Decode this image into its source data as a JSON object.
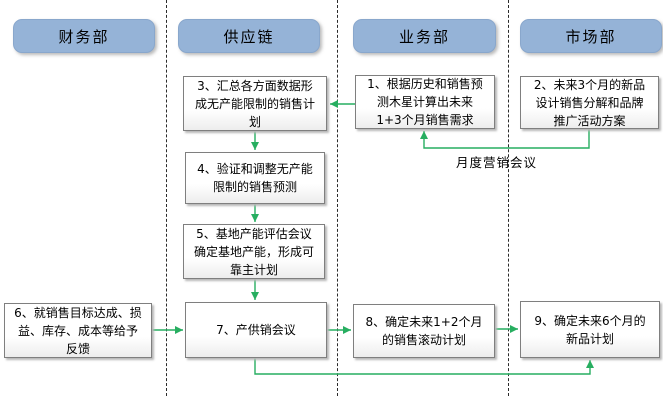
{
  "diagram": {
    "type": "swimlane-flowchart",
    "colors": {
      "lane_header_fill": "#95B3D7",
      "connector_green": "#27AE60",
      "node_border": "#7F7F7F",
      "lane_separator": "#2B2B2B",
      "text": "#000000"
    },
    "lanes": [
      {
        "label": "财务部"
      },
      {
        "label": "供应链"
      },
      {
        "label": "业务部"
      },
      {
        "label": "市场部"
      }
    ],
    "nodes": [
      {
        "id": "1",
        "lane": "业务部",
        "text": "1、根据历史和销售预测木星计算出未来1+3个月销售需求"
      },
      {
        "id": "2",
        "lane": "市场部",
        "text": "2、未来3个月的新品设计销售分解和品牌推广活动方案"
      },
      {
        "id": "3",
        "lane": "供应链",
        "text": "3、汇总各方面数据形成无产能限制的销售计划"
      },
      {
        "id": "4",
        "lane": "供应链",
        "text": "4、验证和调整无产能限制的销售预测"
      },
      {
        "id": "5",
        "lane": "供应链",
        "text": "5、基地产能评估会议确定基地产能，形成可靠主计划"
      },
      {
        "id": "6",
        "lane": "财务部",
        "text": "6、就销售目标达成、损益、库存、成本等给予反馈"
      },
      {
        "id": "7",
        "lane": "供应链",
        "text": "7、产供销会议"
      },
      {
        "id": "8",
        "lane": "业务部",
        "text": "8、确定未来1+2个月的销售滚动计划"
      },
      {
        "id": "9",
        "lane": "市场部",
        "text": "9、确定未来6个月的新品计划"
      }
    ],
    "edges": [
      {
        "from": "1",
        "to": "3",
        "label": ""
      },
      {
        "from": "2",
        "to": "1",
        "label": "月度营销会议"
      },
      {
        "from": "3",
        "to": "4",
        "label": ""
      },
      {
        "from": "4",
        "to": "5",
        "label": ""
      },
      {
        "from": "5",
        "to": "7",
        "label": ""
      },
      {
        "from": "6",
        "to": "7",
        "label": ""
      },
      {
        "from": "7",
        "to": "8",
        "label": ""
      },
      {
        "from": "8",
        "to": "9",
        "label": ""
      },
      {
        "from": "7",
        "to": "9",
        "label": ""
      }
    ]
  }
}
